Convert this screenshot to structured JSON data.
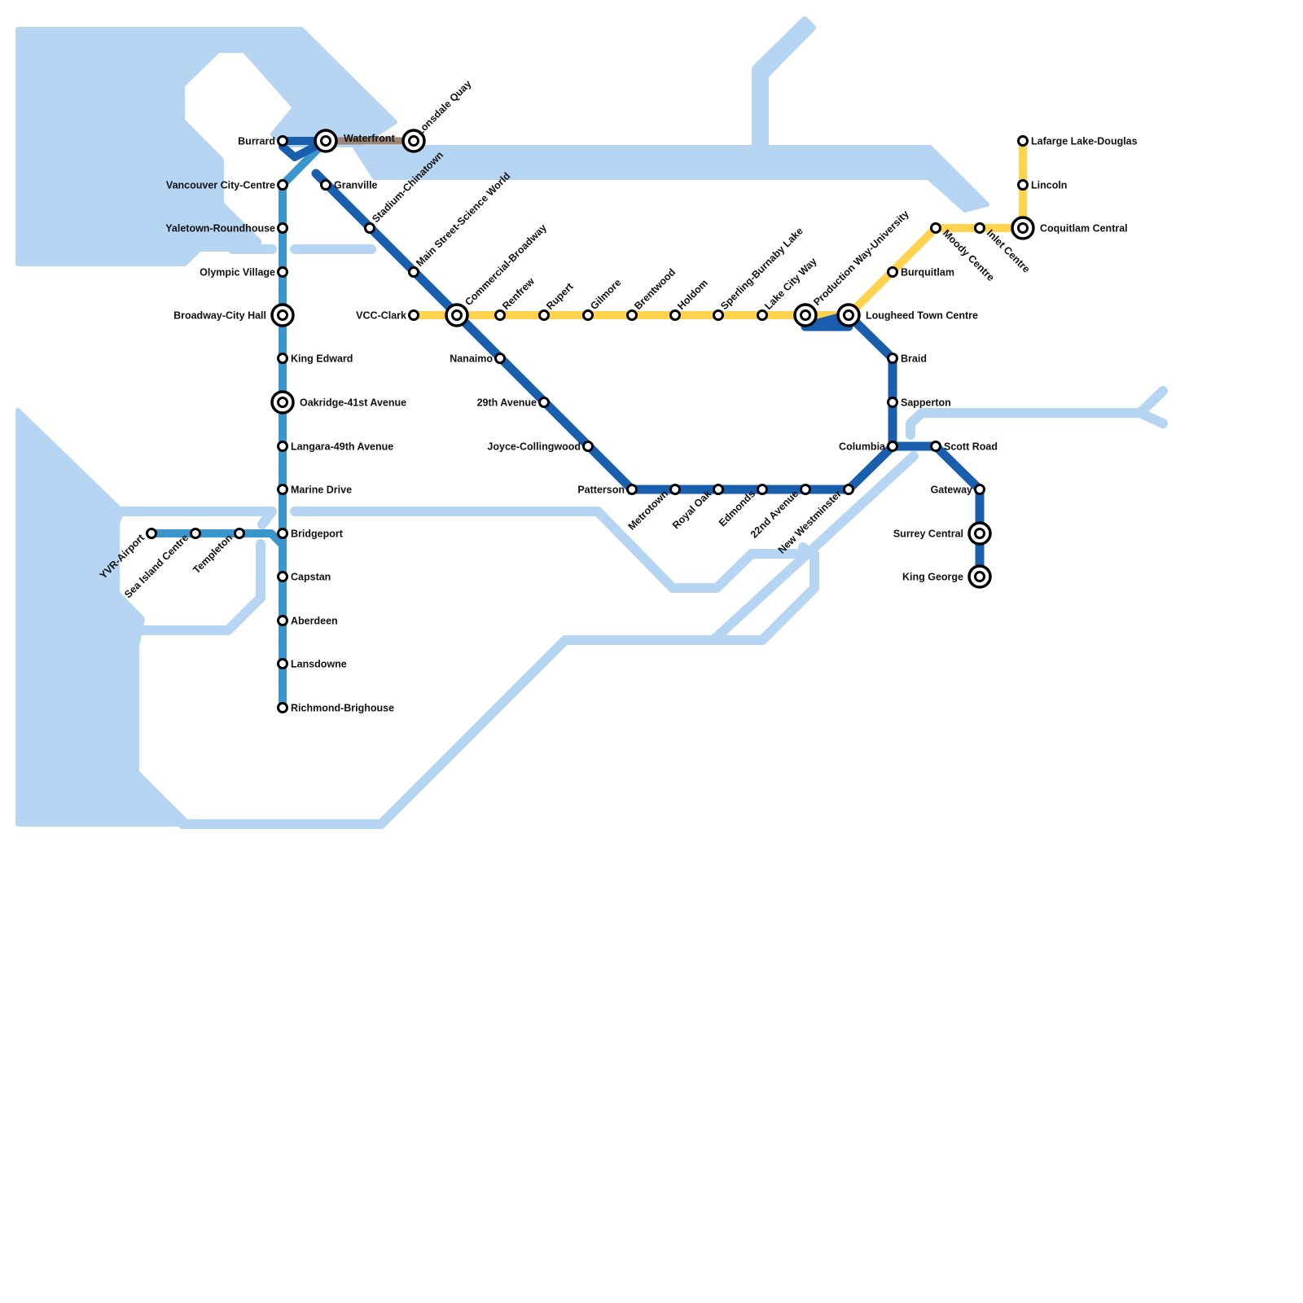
{
  "colors": {
    "water": "#b6d5f2",
    "expo_line": "#1a5fae",
    "canada_line": "#3a96cc",
    "millennium_line": "#ffd34d",
    "seabus": "#9a8578",
    "station_fill": "#ffffff",
    "station_stroke": "#000000"
  },
  "lines": [
    {
      "id": "expo",
      "color_key": "expo_line"
    },
    {
      "id": "canada",
      "color_key": "canada_line"
    },
    {
      "id": "millennium",
      "color_key": "millennium_line"
    },
    {
      "id": "seabus",
      "color_key": "seabus"
    }
  ],
  "stations": [
    {
      "id": "burrard",
      "label": "Burrard",
      "interchange": false
    },
    {
      "id": "waterfront",
      "label": "Waterfront",
      "interchange": true
    },
    {
      "id": "lonsdale",
      "label": "Lonsdale Quay",
      "interchange": true
    },
    {
      "id": "vancouver_city_centre",
      "label": "Vancouver City-Centre",
      "interchange": false
    },
    {
      "id": "granville",
      "label": "Granville",
      "interchange": false
    },
    {
      "id": "yaletown",
      "label": "Yaletown-Roundhouse",
      "interchange": false
    },
    {
      "id": "olympic_village",
      "label": "Olympic Village",
      "interchange": false
    },
    {
      "id": "broadway_city_hall",
      "label": "Broadway-City Hall",
      "interchange": true
    },
    {
      "id": "king_edward",
      "label": "King Edward",
      "interchange": false
    },
    {
      "id": "oakridge",
      "label": "Oakridge-41st Avenue",
      "interchange": true
    },
    {
      "id": "langara",
      "label": "Langara-49th Avenue",
      "interchange": false
    },
    {
      "id": "marine_drive",
      "label": "Marine Drive",
      "interchange": false
    },
    {
      "id": "bridgeport",
      "label": "Bridgeport",
      "interchange": false
    },
    {
      "id": "capstan",
      "label": "Capstan",
      "interchange": false
    },
    {
      "id": "aberdeen",
      "label": "Aberdeen",
      "interchange": false
    },
    {
      "id": "lansdowne",
      "label": "Lansdowne",
      "interchange": false
    },
    {
      "id": "richmond_brighouse",
      "label": "Richmond-Brighouse",
      "interchange": false
    },
    {
      "id": "yvr",
      "label": "YVR-Airport",
      "interchange": false
    },
    {
      "id": "sea_island",
      "label": "Sea Island Centre",
      "interchange": false
    },
    {
      "id": "templeton",
      "label": "Templeton",
      "interchange": false
    },
    {
      "id": "stadium",
      "label": "Stadium-Chinatown",
      "interchange": false
    },
    {
      "id": "main_street",
      "label": "Main Street-Science World",
      "interchange": false
    },
    {
      "id": "vcc_clark",
      "label": "VCC-Clark",
      "interchange": false
    },
    {
      "id": "commercial",
      "label": "Commercial-Broadway",
      "interchange": true
    },
    {
      "id": "renfrew",
      "label": "Renfrew",
      "interchange": false
    },
    {
      "id": "rupert",
      "label": "Rupert",
      "interchange": false
    },
    {
      "id": "gilmore",
      "label": "Gilmore",
      "interchange": false
    },
    {
      "id": "brentwood",
      "label": "Brentwood",
      "interchange": false
    },
    {
      "id": "holdom",
      "label": "Holdom",
      "interchange": false
    },
    {
      "id": "sperling",
      "label": "Sperling-Burnaby Lake",
      "interchange": false
    },
    {
      "id": "lake_city",
      "label": "Lake City Way",
      "interchange": false
    },
    {
      "id": "production_way",
      "label": "Production Way-University",
      "interchange": true
    },
    {
      "id": "lougheed",
      "label": "Lougheed Town Centre",
      "interchange": true
    },
    {
      "id": "burquitlam",
      "label": "Burquitlam",
      "interchange": false
    },
    {
      "id": "moody_centre",
      "label": "Moody Centre",
      "interchange": false
    },
    {
      "id": "inlet_centre",
      "label": "Inlet Centre",
      "interchange": false
    },
    {
      "id": "coquitlam_central",
      "label": "Coquitlam Central",
      "interchange": true
    },
    {
      "id": "lincoln",
      "label": "Lincoln",
      "interchange": false
    },
    {
      "id": "lafarge",
      "label": "Lafarge Lake-Douglas",
      "interchange": false
    },
    {
      "id": "nanaimo",
      "label": "Nanaimo",
      "interchange": false
    },
    {
      "id": "29th_avenue",
      "label": "29th Avenue",
      "interchange": false
    },
    {
      "id": "joyce",
      "label": "Joyce-Collingwood",
      "interchange": false
    },
    {
      "id": "patterson",
      "label": "Patterson",
      "interchange": false
    },
    {
      "id": "metrotown",
      "label": "Metrotown",
      "interchange": false
    },
    {
      "id": "royal_oak",
      "label": "Royal Oak",
      "interchange": false
    },
    {
      "id": "edmonds",
      "label": "Edmonds",
      "interchange": false
    },
    {
      "id": "22nd_avenue",
      "label": "22nd Avenue",
      "interchange": false
    },
    {
      "id": "new_westminster",
      "label": "New Westminster",
      "interchange": false
    },
    {
      "id": "braid",
      "label": "Braid",
      "interchange": false
    },
    {
      "id": "sapperton",
      "label": "Sapperton",
      "interchange": false
    },
    {
      "id": "columbia",
      "label": "Columbia",
      "interchange": false
    },
    {
      "id": "scott_road",
      "label": "Scott Road",
      "interchange": false
    },
    {
      "id": "gateway",
      "label": "Gateway",
      "interchange": false
    },
    {
      "id": "surrey_central",
      "label": "Surrey Central",
      "interchange": true
    },
    {
      "id": "king_george",
      "label": "King George",
      "interchange": true
    }
  ]
}
